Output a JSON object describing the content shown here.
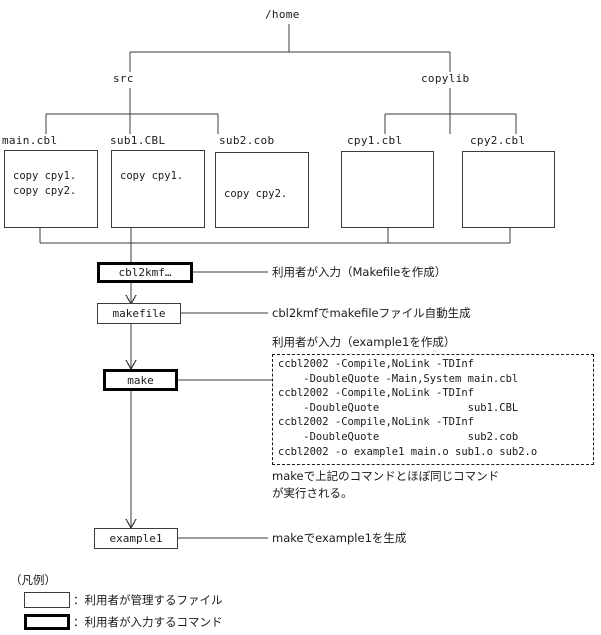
{
  "tree": {
    "root": {
      "label": "/home"
    },
    "dirs": [
      {
        "label": "src"
      },
      {
        "label": "copylib"
      }
    ],
    "files": [
      {
        "label": "main.cbl",
        "content": "copy cpy1.\ncopy cpy2."
      },
      {
        "label": "sub1.CBL",
        "content": "copy cpy1."
      },
      {
        "label": "sub2.cob",
        "content": "copy cpy2."
      },
      {
        "label": "cpy1.cbl",
        "content": ""
      },
      {
        "label": "cpy2.cbl",
        "content": ""
      }
    ]
  },
  "flow": {
    "steps": [
      {
        "label": "cbl2kmf…",
        "kind": "command"
      },
      {
        "label": "makefile",
        "kind": "file"
      },
      {
        "label": "make",
        "kind": "command"
      },
      {
        "label": "example1",
        "kind": "file"
      }
    ]
  },
  "annotations": {
    "cbl2kmf": "利用者が入力（Makefileを作成）",
    "makefile": "cbl2kmfでmakefileファイル自動生成",
    "make_heading": "利用者が入力（example1を作成）",
    "make_note_line1": "makeで上記のコマンドとほぼ同じコマンド",
    "make_note_line2": "が実行される。",
    "example1": "makeでexample1を生成"
  },
  "command_block": {
    "lines": [
      "ccbl2002 -Compile,NoLink -TDInf",
      "    -DoubleQuote -Main,System main.cbl",
      "ccbl2002 -Compile,NoLink -TDInf",
      "    -DoubleQuote              sub1.CBL",
      "ccbl2002 -Compile,NoLink -TDInf",
      "    -DoubleQuote              sub2.cob",
      "ccbl2002 -o example1 main.o sub1.o sub2.o"
    ]
  },
  "legend": {
    "title": "（凡例）",
    "items": [
      {
        "style": "thin",
        "text": "：利用者が管理するファイル"
      },
      {
        "style": "thick",
        "text": "：利用者が入力するコマンド"
      }
    ]
  },
  "colors": {
    "line": "#3b3b3b",
    "bold_line": "#000000",
    "text": "#1a1a1a",
    "background": "#ffffff"
  }
}
